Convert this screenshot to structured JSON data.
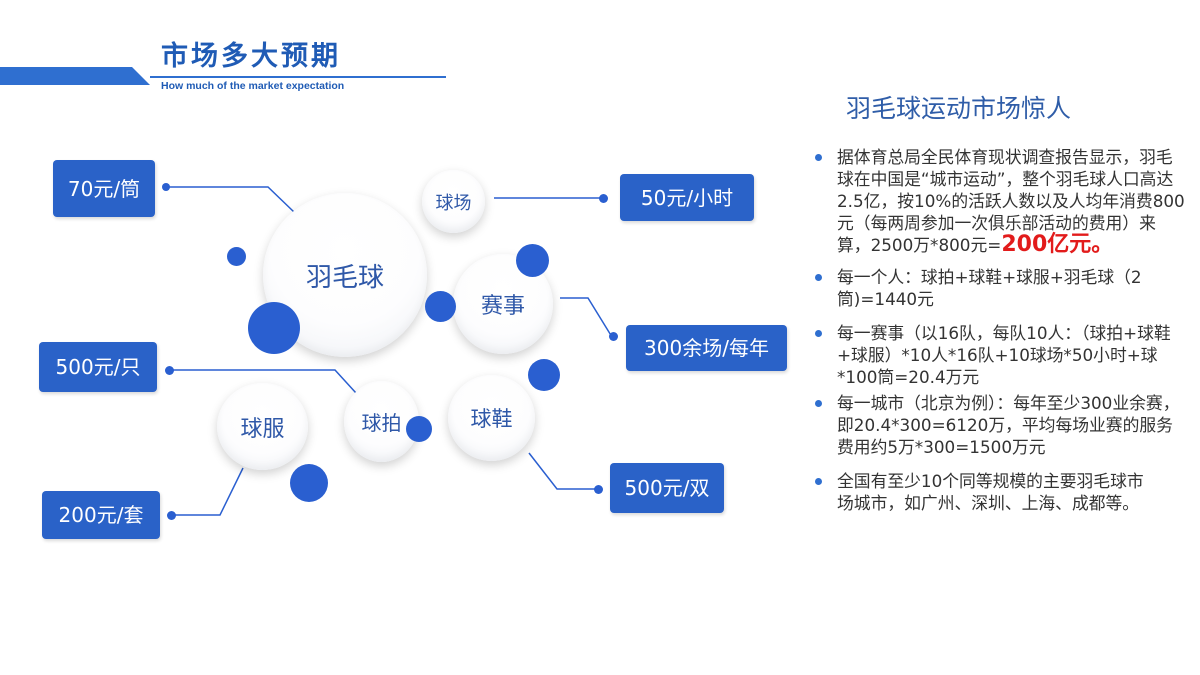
{
  "header": {
    "title": "市场多大预期",
    "subtitle": "How much of the market  expectation"
  },
  "diagram": {
    "center": "羽毛球",
    "nodes": {
      "court": "球场",
      "event": "赛事",
      "clothing": "球服",
      "racket": "球拍",
      "shoes": "球鞋"
    },
    "prices": {
      "shuttle": "70元/筒",
      "court": "50元/小时",
      "event": "300余场/每年",
      "racket": "500元/只",
      "clothing": "200元/套",
      "shoes": "500元/双"
    }
  },
  "panel": {
    "title": "羽毛球运动市场惊人",
    "bullets": {
      "b1_text": "据体育总局全民体育现状调查报告显示，羽毛球在中国是“城市运动”，整个羽毛球人口高达2.5亿，按10%的活跃人数以及人均年消费800元（每两周参加一次俱乐部活动的费用）来算，2500万*800元=",
      "b1_highlight": "200亿元",
      "b1_end": "。",
      "b2": "每一个人：球拍+球鞋+球服+羽毛球（2筒)=1440元",
      "b3": "每一赛事（以16队，每队10人：（球拍+球鞋+球服）*10人*16队+10球场*50小时+球*100筒=20.4万元",
      "b4": "每一城市（北京为例）：每年至少300业余赛，即20.4*300=6120万，平均每场业赛的服务费用约5万*300=1500万元",
      "b5": "全国有至少10个同等规模的主要羽毛球市场城市，如广州、深圳、上海、成都等。"
    }
  },
  "colors": {
    "accent": "#2a62c8",
    "title": "#1f5bb5",
    "highlight": "#e21b1b"
  }
}
